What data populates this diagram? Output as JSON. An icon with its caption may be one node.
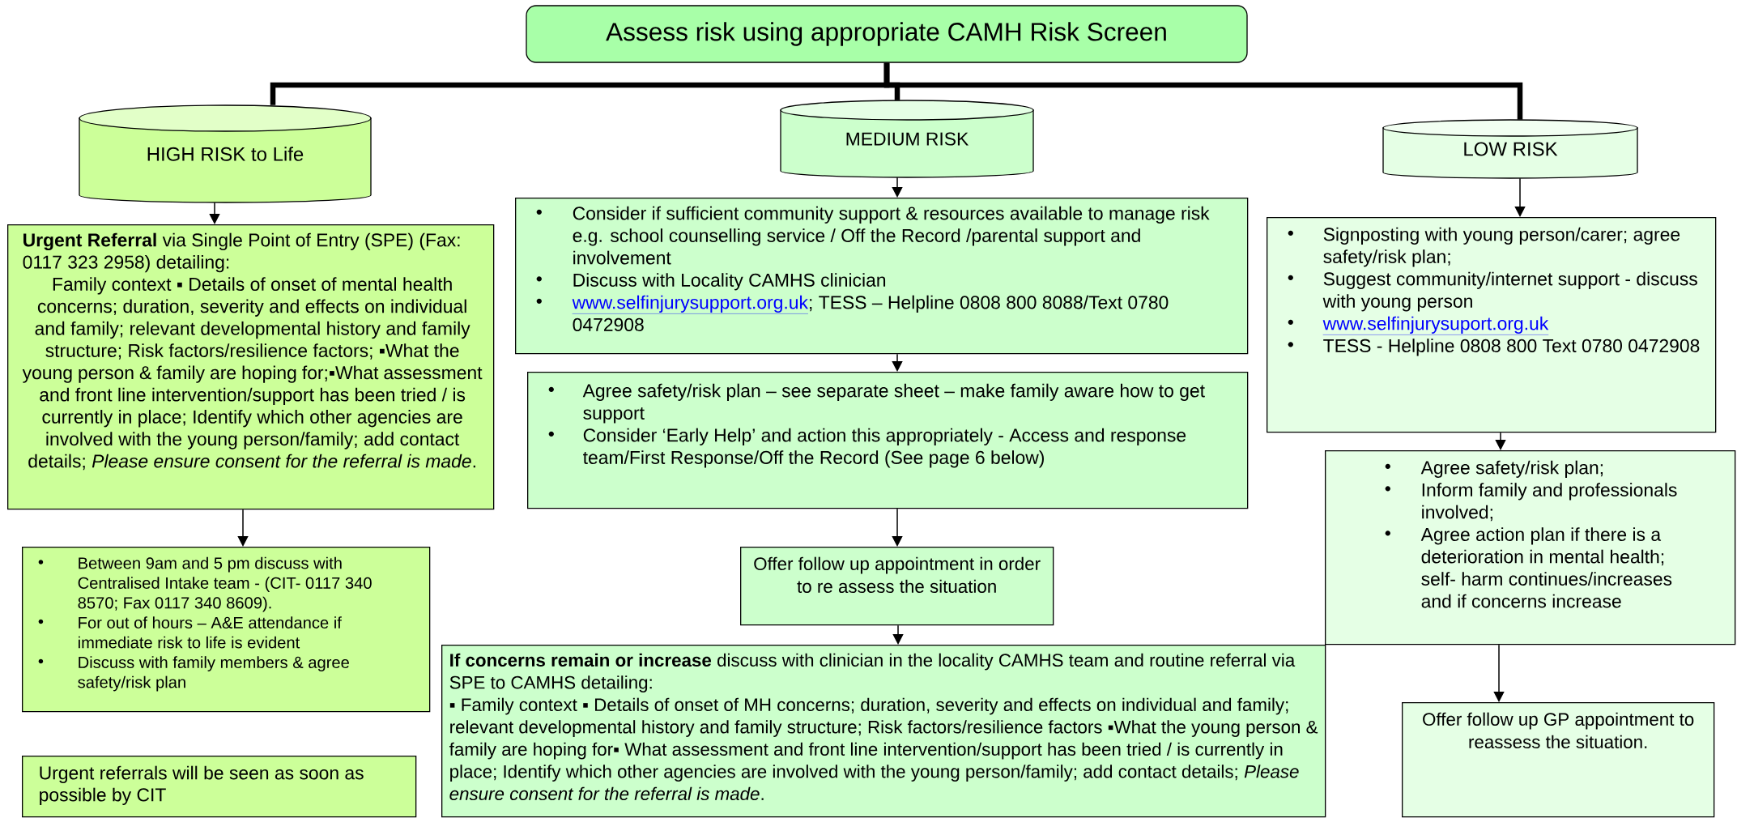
{
  "diagram": {
    "nodes": [
      {
        "text": [
          "Assess risk using appropriate CAMH Risk Screen"
        ]
      },
      {
        "text": [
          "HIGH RISK to Life"
        ]
      },
      {
        "text": [
          "MEDIUM RISK"
        ]
      },
      {
        "text": [
          "LOW RISK"
        ]
      },
      {
        "text": [
          "**Urgent Referral** via Single Point of Entry (SPE) (Fax: 0117 323 2958) detailing:",
          "Family context ▪ Details of onset of mental health concerns; duration, severity and effects on individual and family; relevant developmental history and family structure; Risk factors/resilience factors; ▪What the young person & family are hoping for;▪What assessment and front line intervention/support has been tried / is currently in place;  Identify which other agencies are involved with the young person/family; add contact details; *Please ensure consent for the referral is made*."
        ]
      },
      {
        "text": [
          "Between 9am and 5 pm discuss with Centralised Intake team - (CIT- 0117 340 8570; Fax 0117 340 8609).",
          "For out of hours – A&E attendance if immediate risk to life is evident",
          "Discuss with family members & agree safety/risk plan"
        ]
      },
      {
        "text": [
          "Urgent referrals will be seen as soon as possible by CIT"
        ]
      },
      {
        "text": [
          "Consider if sufficient community support & resources available to manage risk e.g. school counselling service / Off the Record /parental support and involvement",
          "Discuss with Locality CAMHS clinician",
          "www.selfinjurysupport.org.uk",
          "; TESS – Helpline 0808 800 8088/Text 0780 0472908"
        ]
      },
      {
        "text": [
          "Agree safety/risk plan – see separate sheet – make family aware how to get support",
          "Consider ‘Early Help’ and action this appropriately  - Access and response team/First Response/Off the Record (See page 6 below)"
        ]
      },
      {
        "text": [
          "Offer follow up appointment in order to re assess the situation"
        ]
      },
      {
        "text": [
          "**If concerns remain or increase** discuss with clinician in the locality CAMHS team and routine referral via SPE to CAMHS detailing:",
          "▪ Family context   ▪ Details of onset of MH concerns; duration, severity and effects on individual and family; relevant developmental history and family structure; Risk factors/resilience factors ▪What the young person & family are hoping for▪ What assessment and front line intervention/support has been tried / is currently in place;  Identify which other agencies are involved with the young person/family; add contact details; *Please ensure consent for the referral is made*."
        ]
      },
      {
        "text": [
          "Signposting with young person/carer; agree safety/risk plan;",
          "Suggest community/internet support - discuss with young person",
          "www.selfinjurysuport.org.uk",
          "TESS - Helpline  0808 800 Text 0780 0472908"
        ]
      },
      {
        "text": [
          "Agree safety/risk plan;",
          "Inform family and professionals involved;",
          "Agree action plan if  there is a deterioration in mental health; self- harm continues/increases and if concerns increase"
        ]
      },
      {
        "text": [
          "Offer follow up GP appointment to reassess the situation."
        ]
      }
    ],
    "edges": [
      {
        "from": 0,
        "to": 1,
        "arrow": "none",
        "style": "thick"
      },
      {
        "from": 0,
        "to": 2,
        "arrow": "none",
        "style": "thick"
      },
      {
        "from": 0,
        "to": 3,
        "arrow": "none",
        "style": "thick"
      },
      {
        "from": 1,
        "to": 4,
        "arrow": "to"
      },
      {
        "from": 4,
        "to": 5,
        "arrow": "to"
      },
      {
        "from": 2,
        "to": 7,
        "arrow": "to"
      },
      {
        "from": 7,
        "to": 8,
        "arrow": "to"
      },
      {
        "from": 8,
        "to": 9,
        "arrow": "to"
      },
      {
        "from": 9,
        "to": 10,
        "arrow": "to"
      },
      {
        "from": 3,
        "to": 11,
        "arrow": "to"
      },
      {
        "from": 11,
        "to": 12,
        "arrow": "to"
      },
      {
        "from": 12,
        "to": 13,
        "arrow": "to"
      }
    ]
  }
}
